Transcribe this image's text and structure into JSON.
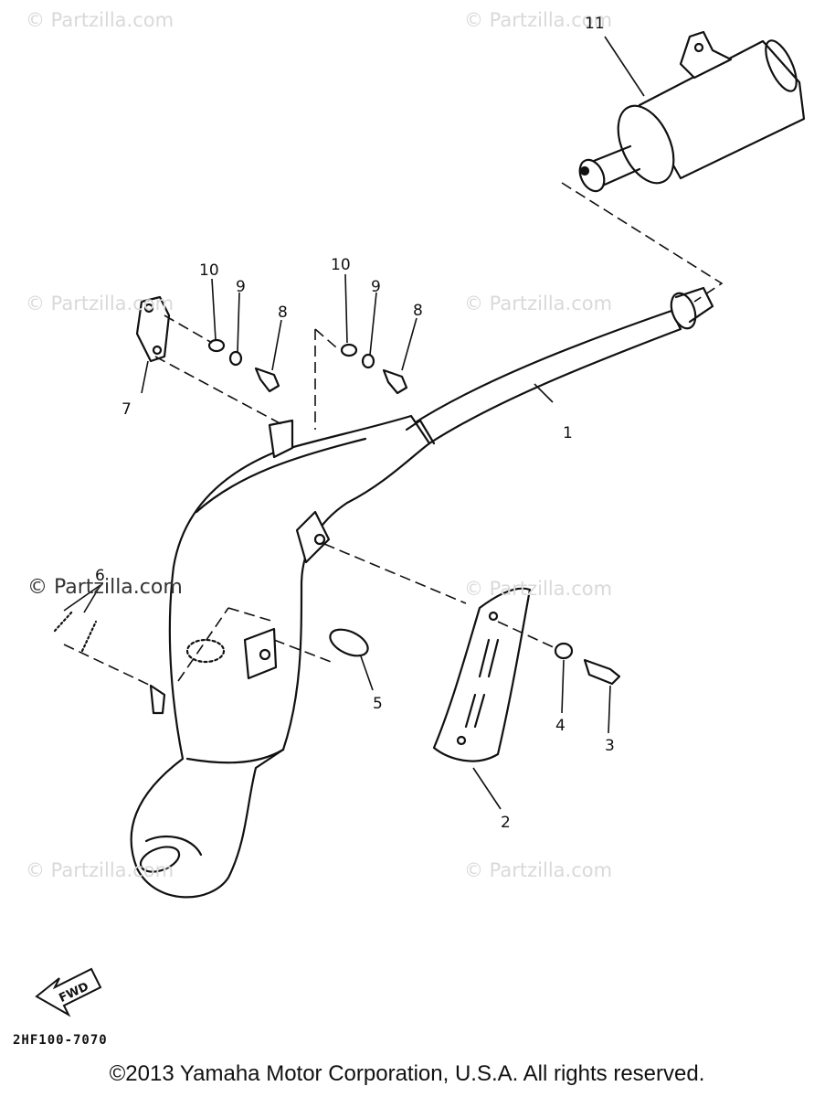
{
  "watermarks": {
    "text": "© Partzilla.com",
    "text_dark": "© Partzilla.com"
  },
  "callouts": {
    "c1": "1",
    "c2": "2",
    "c3": "3",
    "c4": "4",
    "c5": "5",
    "c6": "6",
    "c7": "7",
    "c8a": "8",
    "c8b": "8",
    "c9a": "9",
    "c9b": "9",
    "c10a": "10",
    "c10b": "10",
    "c11": "11"
  },
  "fwd_label": "FWD",
  "diagram_code": "2HF100-7070",
  "copyright": "©2013 Yamaha Motor Corporation, U.S.A. All rights reserved.",
  "colors": {
    "line": "#111111",
    "watermark": "#d9d9d9"
  }
}
